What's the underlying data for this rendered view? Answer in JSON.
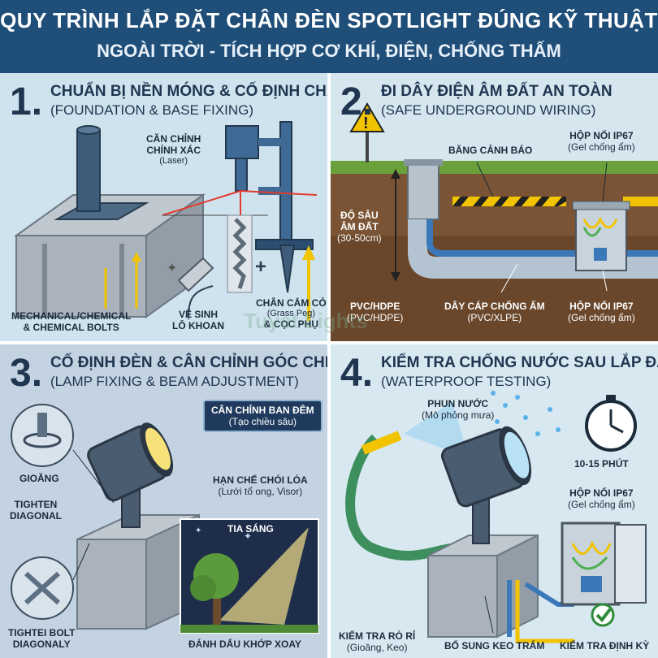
{
  "header": {
    "title": "QUY TRÌNH LẮP ĐẶT CHÂN ĐÈN SPOTLIGHT ĐÚNG KỸ THUẬT",
    "subtitle": "NGOÀI TRỜI - TÍCH HỢP CƠ KHÍ, ĐIỆN, CHỐNG THẤM"
  },
  "watermark": "Tuyet Lights",
  "step1": {
    "number": "1.",
    "title": "CHUẨN BỊ NỀN MÓNG & CỐ ĐỊNH CHÂN ĐẾ",
    "subtitle": "(FOUNDATION & BASE FIXING)",
    "align_label_1": "CĂN CHỈNH",
    "align_label_2": "CHÍNH XÁC",
    "align_note": "(Laser)",
    "bolts_1": "MECHANICAL/CHEMICAL",
    "bolts_2": "& CHEMICAL BOLTS",
    "clean_1": "VỆ SINH",
    "clean_2": "LỖ KHOAN",
    "peg_1": "CHÂN CẮM CỎ",
    "peg_2": "(Grass Peg)",
    "peg_3": "& CỌC PHỤ",
    "plus": "+"
  },
  "step2": {
    "number": "2.",
    "title": "ĐI DÂY ĐIỆN ÂM ĐẤT AN TOÀN",
    "subtitle": "(SAFE UNDERGROUND WIRING)",
    "warning_tape": "BĂNG CẢNH BÁO",
    "junction_top_1": "HỘP NỐI IP67",
    "junction_top_2": "(Gel chống ẩm)",
    "depth_1": "ĐỘ SÂU",
    "depth_2": "ÂM ĐẤT",
    "depth_3": "(30-50cm)",
    "pipe_1": "PVC/HDPE",
    "pipe_2": "(PVC/HDPE)",
    "cable_1": "DÂY CÁP CHỐNG ẨM",
    "cable_2": "(PVC/XLPE)",
    "junction_bot_1": "HỘP NỐI IP67",
    "junction_bot_2": "(Gel chống ẩm)"
  },
  "step3": {
    "number": "3.",
    "title": "CỐ ĐỊNH ĐÈN & CÂN CHỈNH GÓC CHIẾU",
    "subtitle": "(LAMP FIXING & BEAM ADJUSTMENT)",
    "night_1": "CÂN CHỈNH BAN ĐÊM",
    "night_2": "(Tạo chiều sâu)",
    "gasket": "GIOĂNG",
    "tighten_1": "TIGHTEN",
    "tighten_2": "DIAGONAL",
    "glare_1": "HẠN CHẾ CHÓI LÓA",
    "glare_2": "(Lưới tổ ong, Visor)",
    "beam": "TIA SÁNG",
    "bolt_1": "TIGHTEI BOLT",
    "bolt_2": "DIAGONALY",
    "mark": "ĐÁNH DẤU KHỚP XOAY"
  },
  "step4": {
    "number": "4.",
    "title": "KIỂM TRA CHỐNG NƯỚC SAU LẮP ĐẶT",
    "subtitle": "(WATERPROOF TESTING)",
    "spray_1": "PHUN NƯỚC",
    "spray_2": "(Mô phỏng mưa)",
    "time": "10-15 PHÚT",
    "junction_1": "HỘP NỐI IP67",
    "junction_2": "(Gel chống ẩm)",
    "leak_1": "KIỂM TRA RÒ RỈ",
    "leak_2": "(Gioăng, Keo)",
    "sealant": "BỔ SUNG KEO TRÁM",
    "periodic": "KIỂM TRA ĐỊNH KỲ"
  },
  "colors": {
    "header_bg": "#1f4e79",
    "accent_yellow": "#f2c300",
    "laser_red": "#e23b2e",
    "pipe_blue": "#3b78b8",
    "soil": "#6b4a2e",
    "grass": "#6aa13a"
  }
}
